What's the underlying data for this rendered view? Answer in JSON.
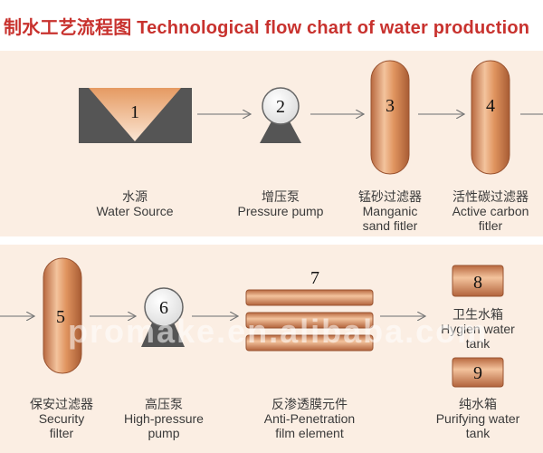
{
  "title": "制水工艺流程图 Technological flow chart of water production",
  "watermark": "promake.en.alibaba.com",
  "steps": [
    {
      "number": "1",
      "cn": "水源",
      "en": "Water Source"
    },
    {
      "number": "2",
      "cn": "增压泵",
      "en": "Pressure pump"
    },
    {
      "number": "3",
      "cn": "锰砂过滤器",
      "en": "Manganic",
      "en2": "sand fitler"
    },
    {
      "number": "4",
      "cn": "活性碳过滤器",
      "en": "Active carbon",
      "en2": "fitler"
    },
    {
      "number": "5",
      "cn": "保安过滤器",
      "en": "Security",
      "en2": "filter"
    },
    {
      "number": "6",
      "cn": "高压泵",
      "en": "High-pressure",
      "en2": "pump"
    },
    {
      "number": "7",
      "cn": "反渗透膜元件",
      "en": "Anti-Penetration",
      "en2": "film element"
    },
    {
      "number": "8",
      "cn": "卫生水箱",
      "en": "Hygien water",
      "en2": "tank"
    },
    {
      "number": "9",
      "cn": "纯水箱",
      "en": "Purifying water",
      "en2": "tank"
    }
  ],
  "colors": {
    "title": "#c8322e",
    "panel": "#fbeee3",
    "copper": "#d8875a",
    "dark": "#4d4d4d"
  }
}
